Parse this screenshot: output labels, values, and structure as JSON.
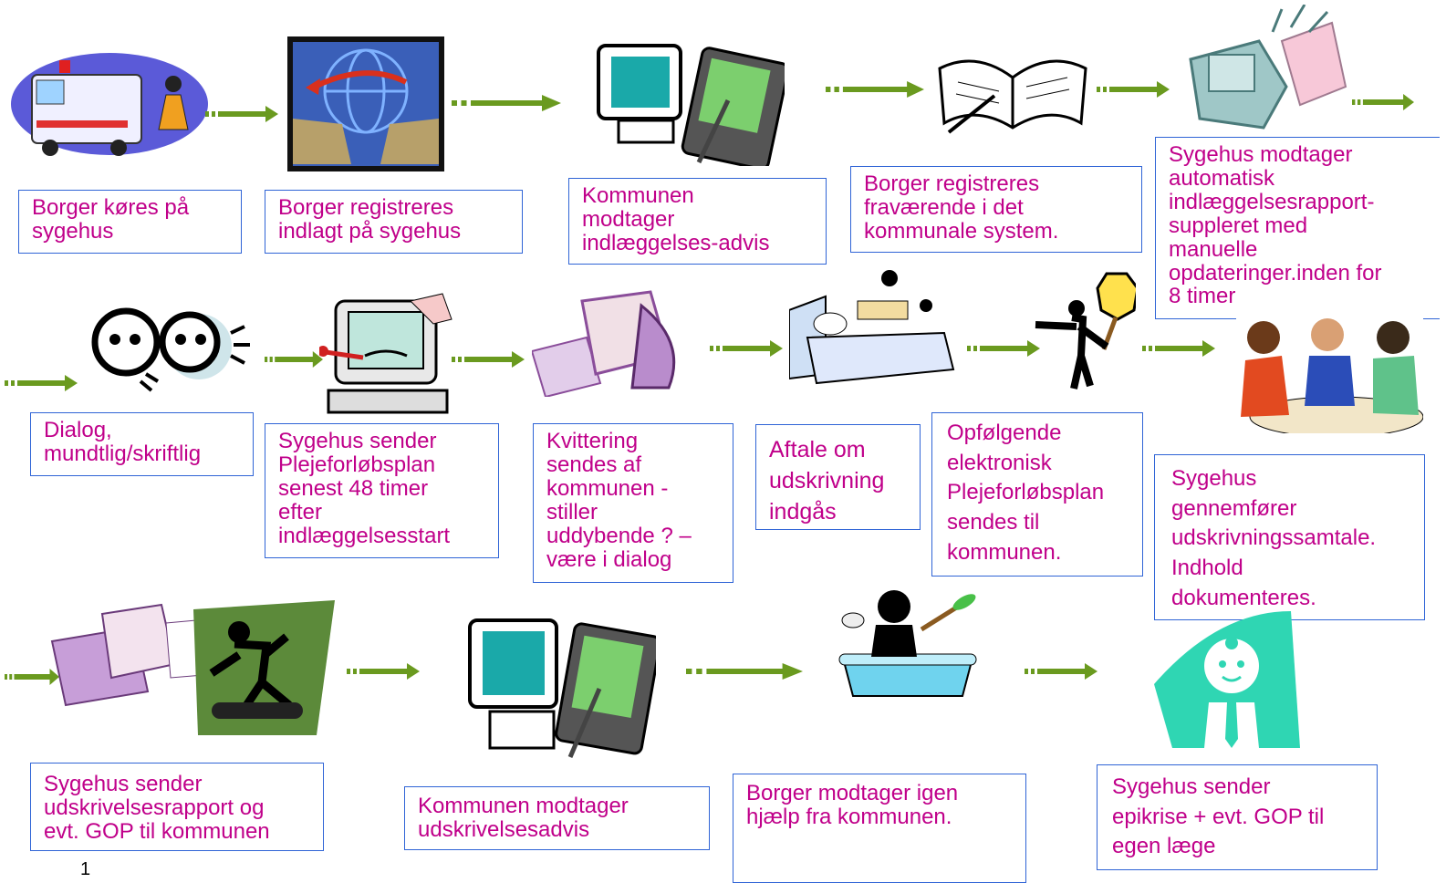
{
  "steps": {
    "s1": "Borger køres på\nsygehus",
    "s2": "Borger registreres\nindlagt på sygehus",
    "s3": "Kommunen\nmodtager\nindlæggelses-advis",
    "s4": "Borger registreres\nfraværende i det\nkommunale system.",
    "s5": "Sygehus modtager\nautomatisk\nindlæggelsesrapport-\nsuppleret med\nmanuelle\nopdateringer.inden for\n8 timer",
    "s6": "Dialog,\nmundtlig/skriftlig",
    "s7": "Sygehus sender\nPlejeforløbsplan\nsenest 48 timer\nefter\nindlæggelsesstart",
    "s8": "Kvittering\nsendes af\nkommunen -\nstiller\nuddybende ? –\nvære i dialog",
    "s9": "Aftale om\nudskrivning\nindgås",
    "s10": "Opfølgende\nelektronisk\nPlejeforløbsplan\nsendes til\nkommunen.",
    "s11": "Sygehus\ngennemfører\nudskrivningssamtale.\nIndhold\ndokumenteres.",
    "s12": "Sygehus sender\nudskrivelsesrapport og\nevt. GOP til kommunen",
    "s13": "Kommunen modtager\nudskrivelsesadvis",
    "s14": "Borger modtager igen\nhjælp fra kommunen.",
    "s15": "Sygehus sender\nepikrise + evt. GOP til\negen læge"
  },
  "page_number": "1",
  "colors": {
    "box_border": "#2f64d6",
    "text": "#c0008a",
    "arrow": "#6a9a1f"
  },
  "clipart": [
    "ambulance-clipart",
    "network-computers-clipart",
    "computer-pda-clipart",
    "calendar-book-clipart",
    "computer-fax-clipart",
    "dialog-heads-clipart",
    "sick-computer-clipart",
    "mail-envelope-clipart",
    "bed-care-clipart",
    "stop-sign-person-clipart",
    "meeting-people-clipart",
    "fax-treadmill-clipart",
    "computer-pda-clipart",
    "bath-person-clipart",
    "doctor-clipart"
  ]
}
